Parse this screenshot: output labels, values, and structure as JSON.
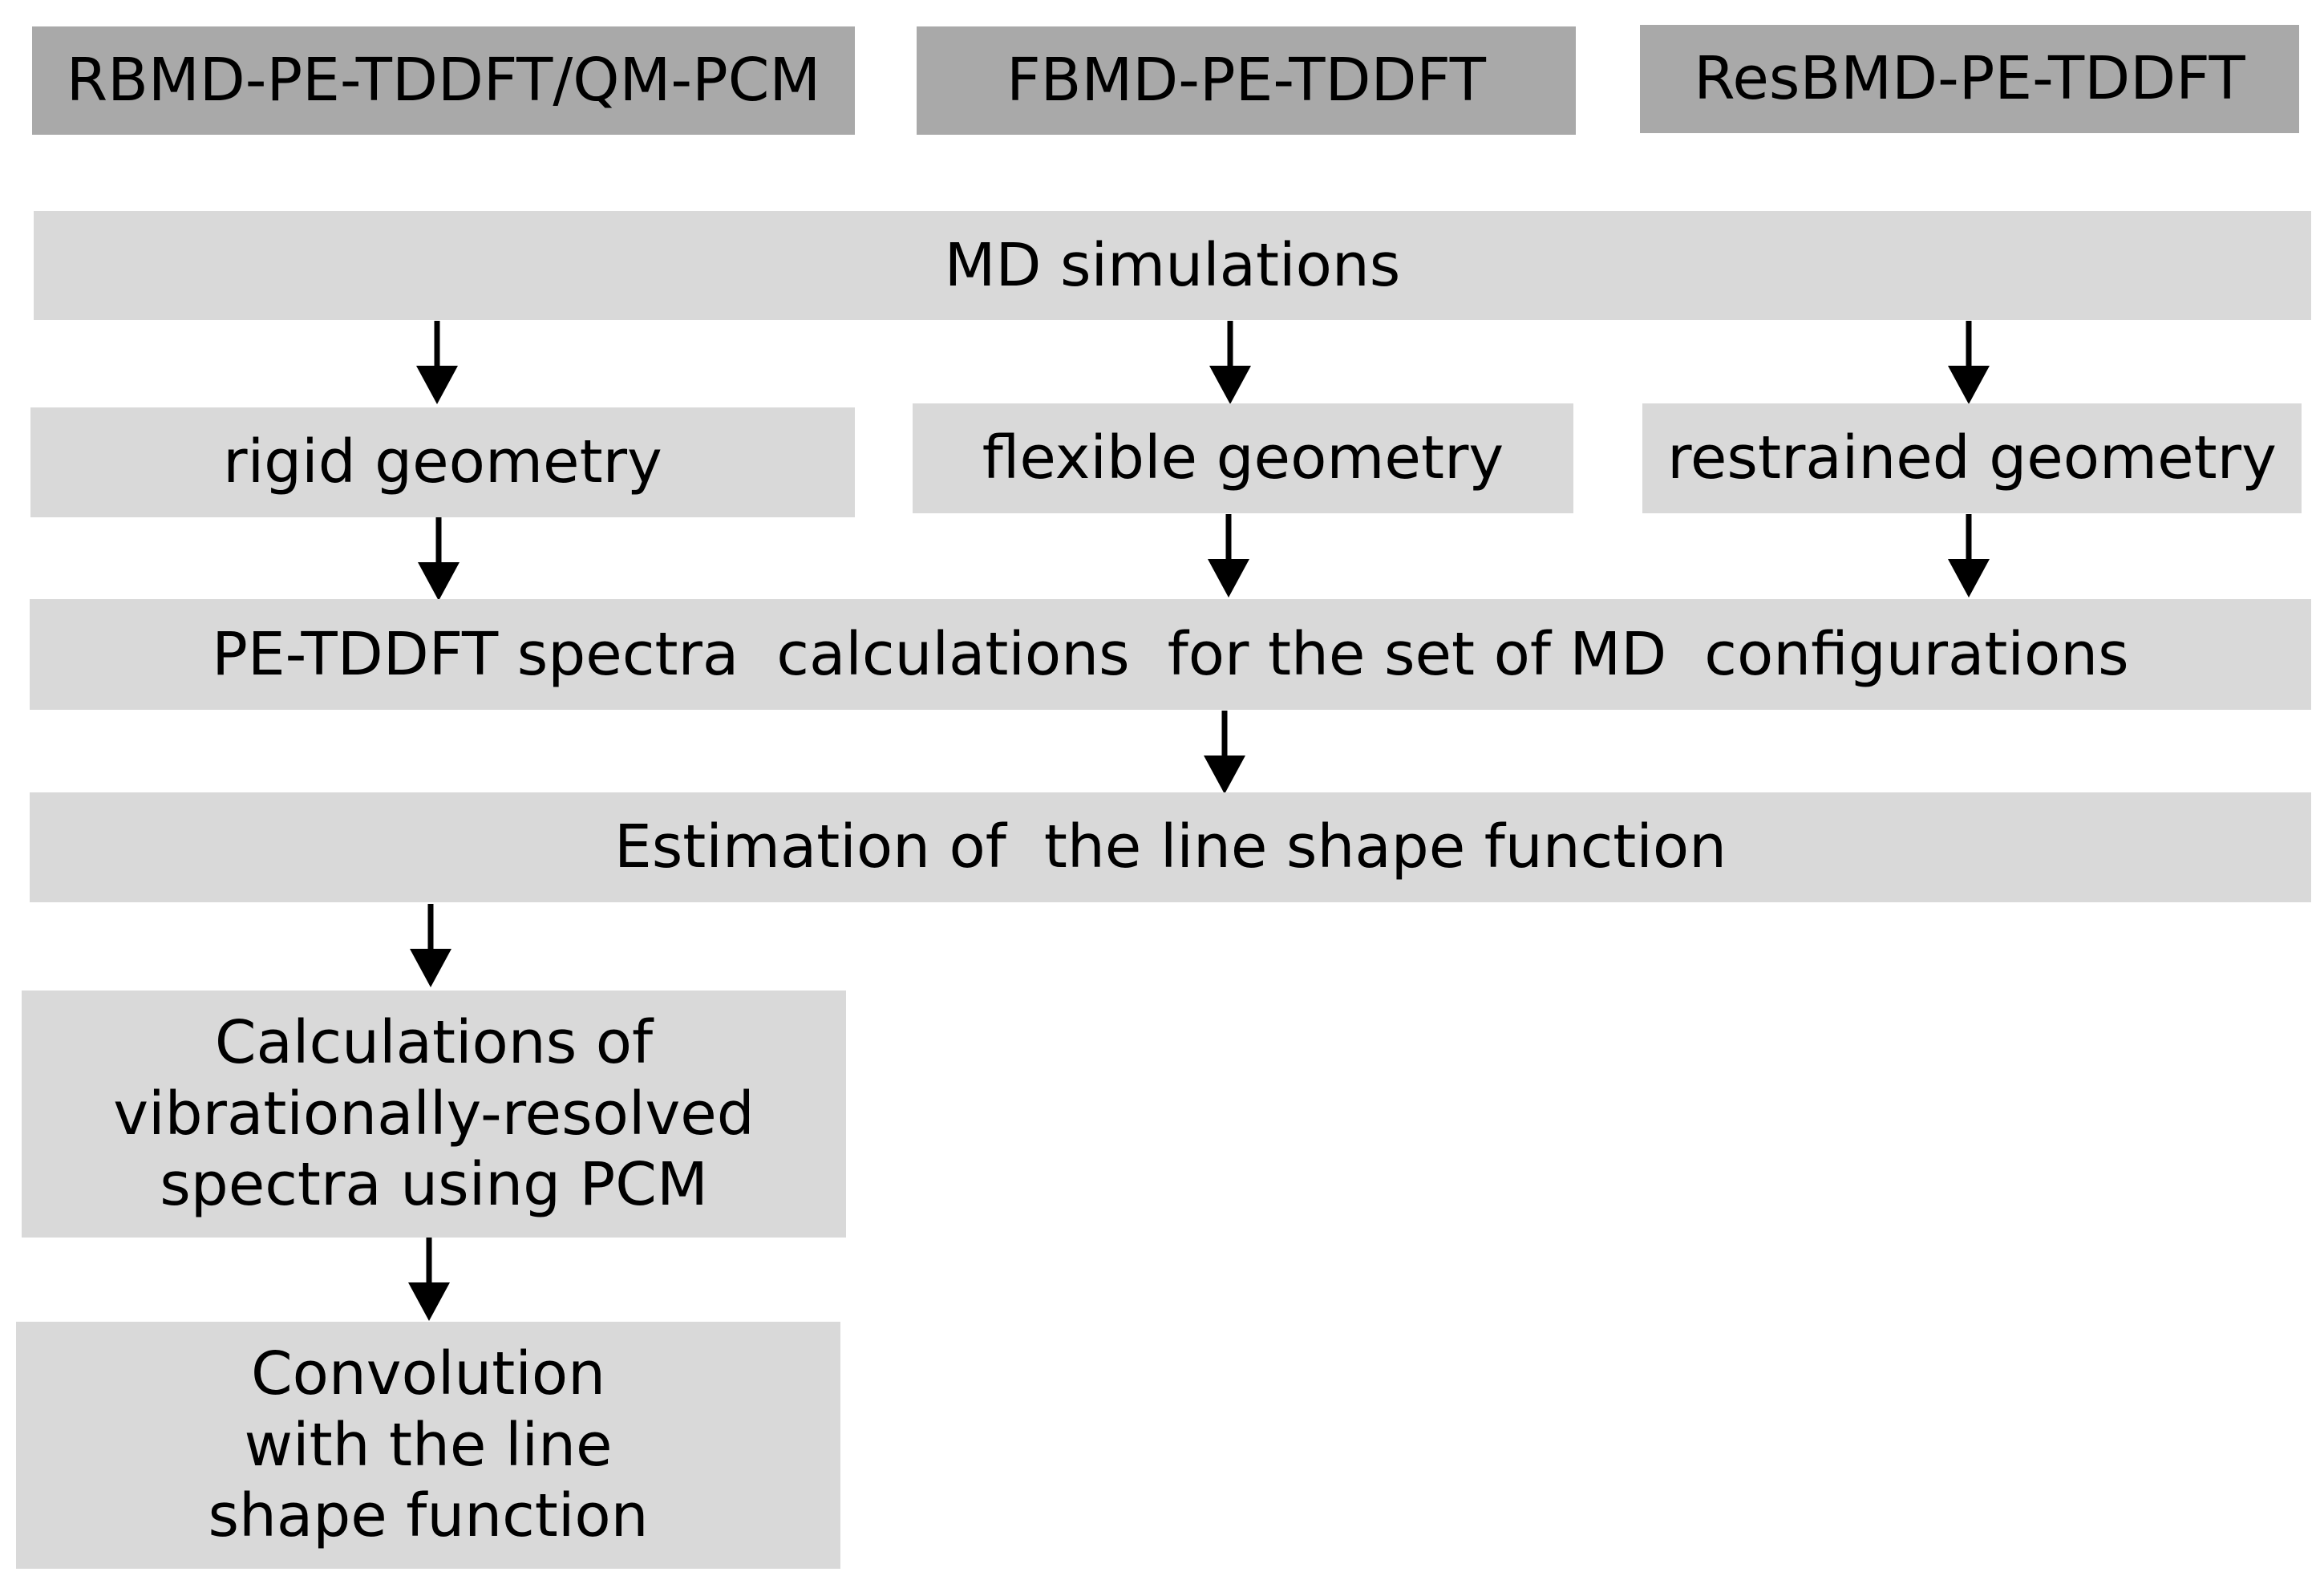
{
  "methods": [
    {
      "label": "RBMD-PE-TDDFT/QM-PCM"
    },
    {
      "label": "FBMD-PE-TDDFT"
    },
    {
      "label": "ResBMD-PE-TDDFT"
    }
  ],
  "md": {
    "label": "MD simulations"
  },
  "geometries": [
    {
      "label": "rigid geometry"
    },
    {
      "label": "flexible geometry"
    },
    {
      "label": "restrained geometry"
    }
  ],
  "spectra": {
    "label": "PE-TDDFT spectra  calculations  for the set of MD  configurations"
  },
  "lineshape": {
    "label": "Estimation of  the line shape function"
  },
  "vibrational": {
    "label": "Calculations of\nvibrationally-resolved\nspectra using PCM"
  },
  "convolution": {
    "label": "Convolution\nwith the line\nshape function"
  }
}
